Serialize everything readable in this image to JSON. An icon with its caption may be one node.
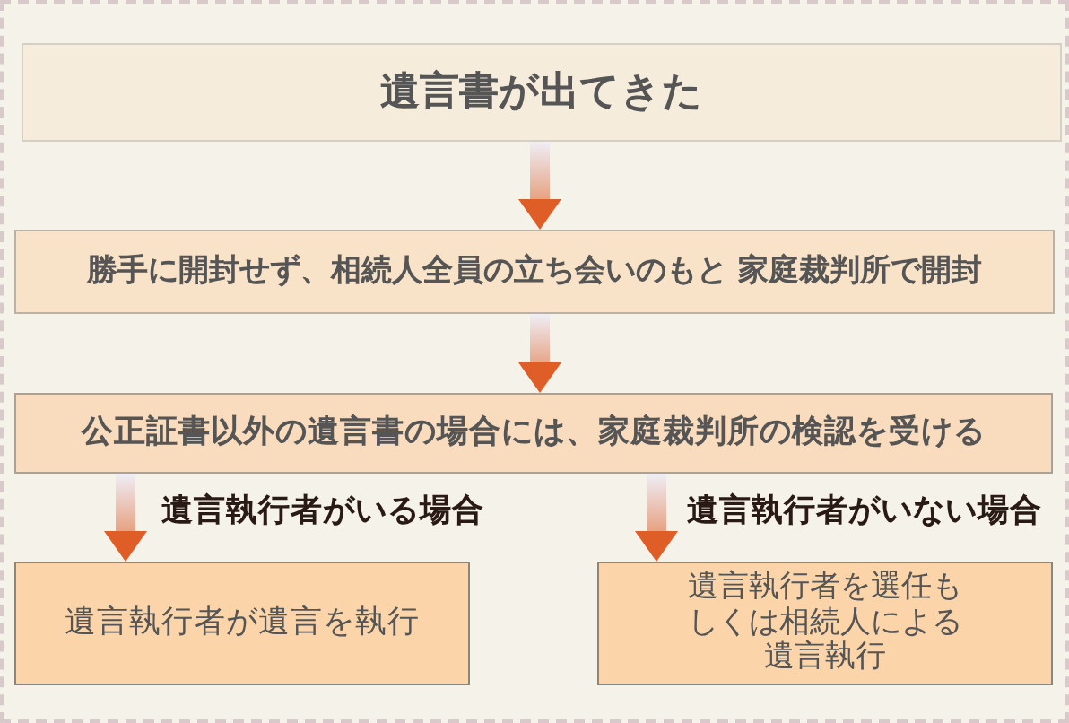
{
  "diagram": {
    "nodes": [
      {
        "text": [
          "遺言書が出てきた"
        ]
      },
      {
        "text": [
          "勝手に開封せず、相続人全員の立ち会いのもと 家庭裁判所で開封"
        ]
      },
      {
        "text": [
          "公正証書以外の遺言書の場合には、家庭裁判所の検認を受ける"
        ]
      },
      {
        "text": [
          "遺言執行者が遺言を執行"
        ]
      },
      {
        "text": [
          "遺言執行者を選任もしくは相続人による遺言執行"
        ]
      }
    ],
    "edges": [
      {
        "from": 0,
        "to": 1,
        "arrow": "to"
      },
      {
        "from": 1,
        "to": 2,
        "arrow": "to"
      },
      {
        "from": 2,
        "to": 3,
        "arrow": "to",
        "label": "遺言執行者がいる場合"
      },
      {
        "from": 2,
        "to": 4,
        "arrow": "to",
        "label": "遺言執行者がいない場合"
      }
    ]
  }
}
